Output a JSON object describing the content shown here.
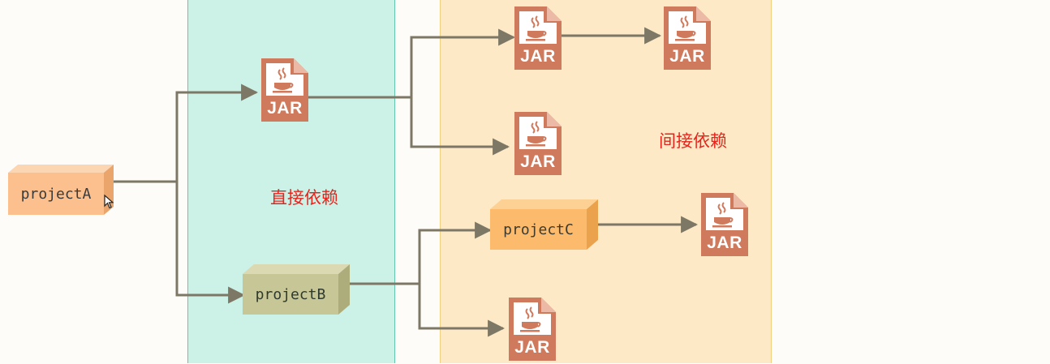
{
  "zones": {
    "direct_label": "直接依赖",
    "indirect_label": "间接依赖"
  },
  "projects": {
    "a": "projectA",
    "b": "projectB",
    "c": "projectC"
  },
  "jar_label": "JAR",
  "colors": {
    "direct_zone": "#ccf1e6",
    "indirect_zone": "#fde9c6",
    "zone_label": "#e8231c",
    "jar_icon": "#d07a5d",
    "project_a": "#fcc08e",
    "project_b": "#c7c696",
    "project_c": "#fcbb6c",
    "connector": "#7d7766"
  }
}
